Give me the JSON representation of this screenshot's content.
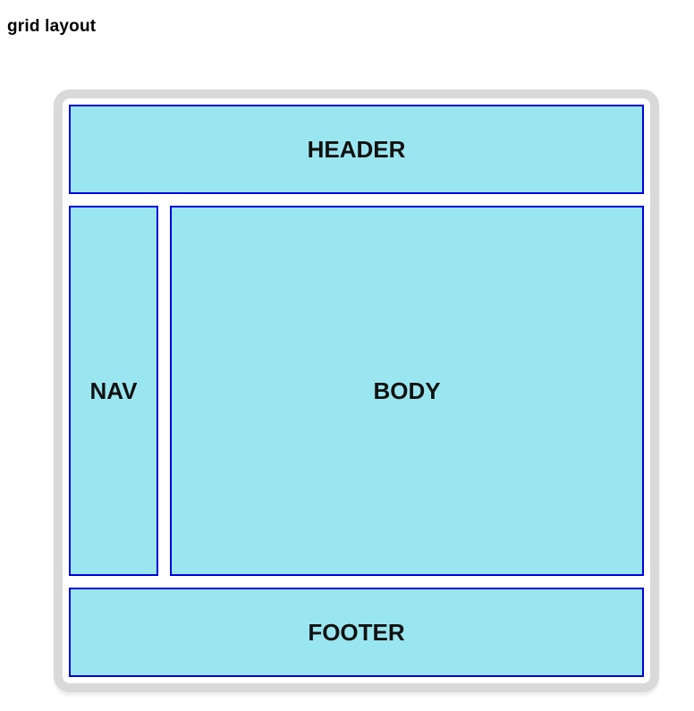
{
  "page": {
    "title": "grid layout"
  },
  "grid": {
    "header_label": "HEADER",
    "nav_label": "NAV",
    "body_label": "BODY",
    "footer_label": "FOOTER"
  },
  "colors": {
    "cell_fill": "#9ae6f0",
    "cell_border": "#0000dd",
    "frame_border": "#d9d9d9",
    "label_color": "#111111"
  }
}
